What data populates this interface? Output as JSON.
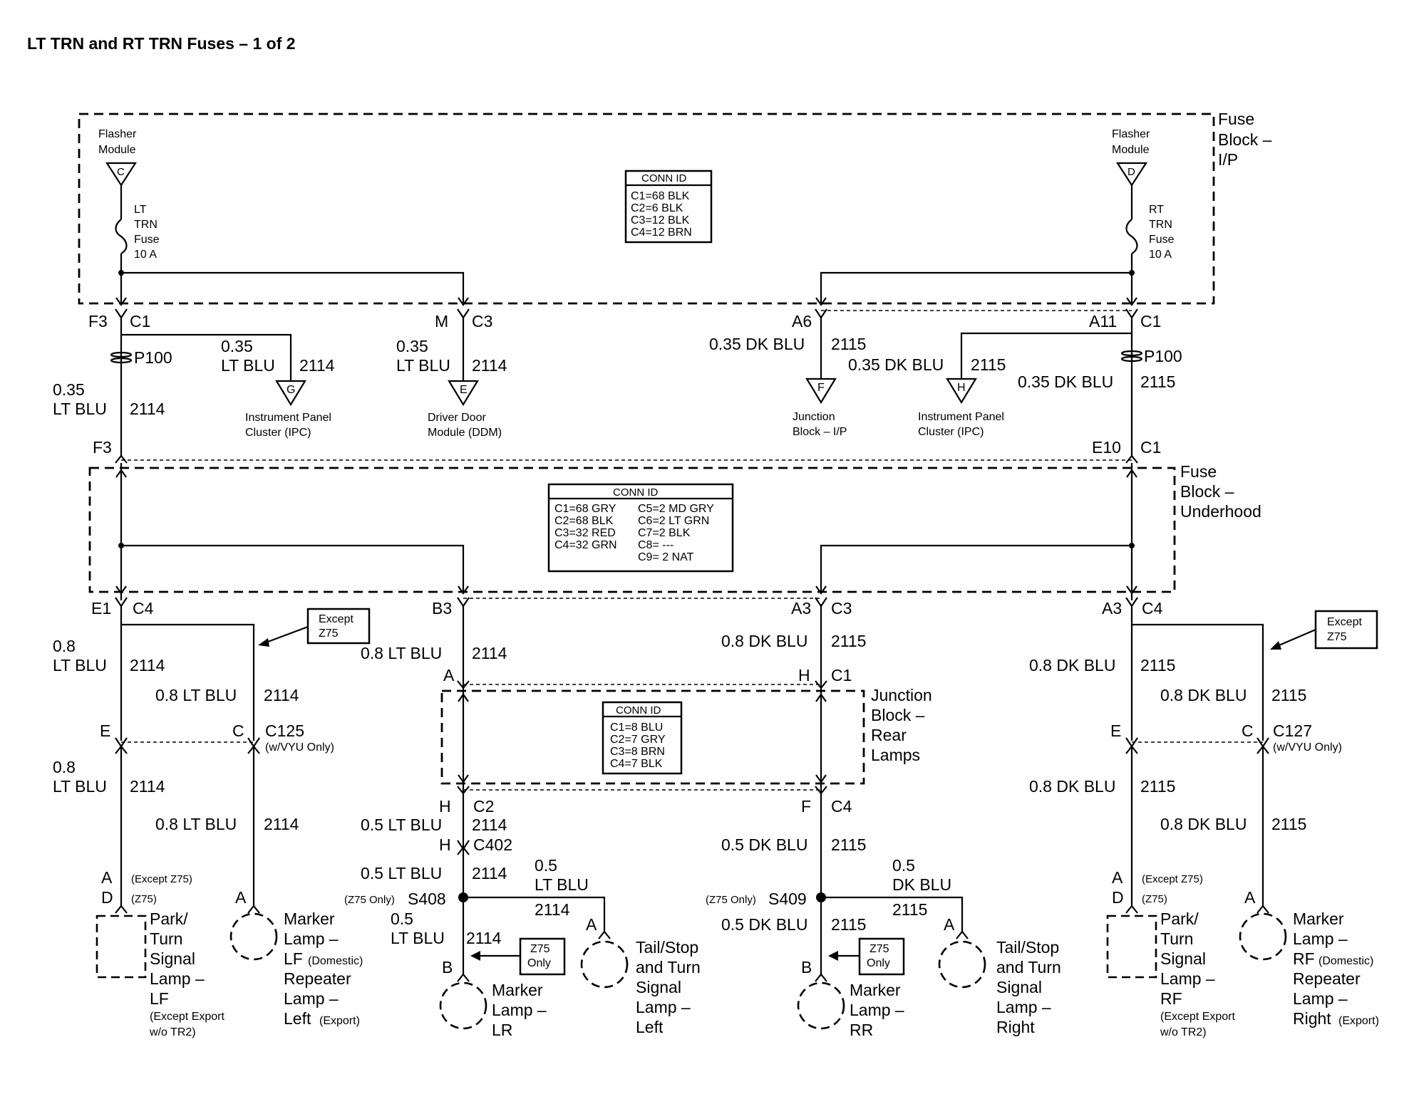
{
  "title": "LT TRN and RT TRN Fuses – 1 of 2",
  "fuse_block_ip": {
    "label": [
      "Fuse",
      "Block –",
      "I/P"
    ],
    "lt_flasher": [
      "Flasher",
      "Module"
    ],
    "lt_flasher_pin": "C",
    "rt_flasher": [
      "Flasher",
      "Module"
    ],
    "rt_flasher_pin": "D",
    "lt_fuse": [
      "LT",
      "TRN",
      "Fuse",
      "10 A"
    ],
    "rt_fuse": [
      "RT",
      "TRN",
      "Fuse",
      "10 A"
    ],
    "conn_id": {
      "heading": "CONN ID",
      "lines": [
        "C1=68 BLK",
        "C2=6 BLK",
        "C3=12 BLK",
        "C4=12 BRN"
      ]
    }
  },
  "ip_outputs": {
    "f3": "F3",
    "c1": "C1",
    "m": "M",
    "c3": "C3",
    "a6": "A6",
    "a11": "A11",
    "c1r": "C1",
    "p100_left": "P100",
    "p100_right": "P100",
    "wire_035_ltblu_left": [
      "0.35",
      "LT BLU"
    ],
    "circ_2114_left": "2114",
    "wire_035_ltblu_ipc": [
      "0.35",
      "LT BLU"
    ],
    "circ_2114_ipc": "2114",
    "wire_035_ltblu_ddm": [
      "0.35",
      "LT BLU"
    ],
    "circ_2114_ddm": "2114",
    "wire_a6": "0.35 DK BLU",
    "circ_a6": "2115",
    "wire_ipc_right": "0.35 DK BLU",
    "circ_ipc_right": "2115",
    "wire_right": "0.35 DK BLU",
    "circ_right": "2115",
    "ipc_left_pin": "G",
    "ipc_left_label": [
      "Instrument Panel",
      "Cluster (IPC)"
    ],
    "ddm_pin": "E",
    "ddm_label": [
      "Driver Door",
      "Module (DDM)"
    ],
    "jb_ip_pin": "F",
    "jb_ip_label": [
      "Junction",
      "Block – I/P"
    ],
    "ipc_right_pin": "H",
    "ipc_right_label": [
      "Instrument Panel",
      "Cluster (IPC)"
    ]
  },
  "fuse_block_underhood": {
    "label": [
      "Fuse",
      "Block –",
      "Underhood"
    ],
    "in_left": "F3",
    "in_right": "E10",
    "in_right_conn": "C1",
    "conn_id": {
      "heading": "CONN ID",
      "col1": [
        "C1=68 GRY",
        "C2=68 BLK",
        "C3=32 RED",
        "C4=32 GRN"
      ],
      "col2": [
        "C5=2 MD GRY",
        "C6=2 LT GRN",
        "C7=2 BLK",
        "C8= ---",
        "C9= 2 NAT"
      ]
    },
    "out_e1": "E1",
    "out_c4l": "C4",
    "out_b3": "B3",
    "out_a3m": "A3",
    "out_c3": "C3",
    "out_a3r": "A3",
    "out_c4r": "C4"
  },
  "left_branch": {
    "w1": [
      "0.8",
      "LT BLU"
    ],
    "c1": "2114",
    "except_box": [
      "Except",
      "Z75"
    ],
    "w2": "0.8 LT BLU",
    "c2": "2114",
    "e": "E",
    "c": "C",
    "c125": "C125",
    "c125_note": "(w/VYU Only)",
    "w3": [
      "0.8",
      "LT BLU"
    ],
    "c3": "2114",
    "w4": "0.8 LT BLU",
    "c4": "2114",
    "pin_a": "A",
    "pin_a_note": "(Except Z75)",
    "pin_d": "D",
    "pin_d_note": "(Z75)",
    "park_lamp": [
      "Park/",
      "Turn",
      "Signal",
      "Lamp –",
      "LF"
    ],
    "park_note": [
      "(Except Export",
      "w/o TR2)"
    ],
    "marker_pin": "A",
    "marker_lamp": [
      "Marker",
      "Lamp –",
      "LF",
      "Repeater",
      "Lamp –",
      "Left"
    ],
    "marker_domestic": "(Domestic)",
    "marker_export": "(Export)"
  },
  "center_left": {
    "w1": "0.8 LT BLU",
    "c1": "2114",
    "pin_a": "A",
    "pin_h": "H",
    "conn_c2": "C2",
    "w2": "0.5 LT BLU",
    "c2": "2114",
    "pin_h2": "H",
    "c402": "C402",
    "w3": "0.5 LT BLU",
    "c3": "2114",
    "splice_note": "(Z75 Only)",
    "splice": "S408",
    "w4": [
      "0.5",
      "LT BLU"
    ],
    "c4": "2114",
    "w5": [
      "0.5",
      "LT BLU"
    ],
    "c5": "2114",
    "z75_box": [
      "Z75",
      "Only"
    ],
    "pin_b": "B",
    "marker": [
      "Marker",
      "Lamp –",
      "LR"
    ],
    "tail_pin": "A",
    "tail": [
      "Tail/Stop",
      "and Turn",
      "Signal",
      "Lamp –",
      "Left"
    ]
  },
  "junction_block_rear": {
    "label": [
      "Junction",
      "Block –",
      "Rear",
      "Lamps"
    ],
    "conn_id": {
      "heading": "CONN ID",
      "lines": [
        "C1=8 BLU",
        "C2=7 GRY",
        "C3=8 BRN",
        "C4=7 BLK"
      ]
    }
  },
  "center_right": {
    "w1": "0.8 DK BLU",
    "c1": "2115",
    "pin_h": "H",
    "conn_c1": "C1",
    "pin_f": "F",
    "conn_c4": "C4",
    "w2": "0.5 DK BLU",
    "c2": "2115",
    "splice_note": "(Z75 Only)",
    "splice": "S409",
    "w3": "0.5 DK BLU",
    "c3": "2115",
    "w4": [
      "0.5",
      "DK BLU"
    ],
    "c4": "2115",
    "z75_box": [
      "Z75",
      "Only"
    ],
    "pin_b": "B",
    "marker": [
      "Marker",
      "Lamp –",
      "RR"
    ],
    "tail_pin": "A",
    "tail": [
      "Tail/Stop",
      "and Turn",
      "Signal",
      "Lamp –",
      "Right"
    ]
  },
  "right_branch": {
    "w1": "0.8 DK BLU",
    "c1": "2115",
    "except_box": [
      "Except",
      "Z75"
    ],
    "w2": "0.8 DK BLU",
    "c2": "2115",
    "e": "E",
    "c": "C",
    "c127": "C127",
    "c127_note": "(w/VYU Only)",
    "w3": "0.8 DK BLU",
    "c3": "2115",
    "w4": "0.8 DK BLU",
    "c4": "2115",
    "pin_a": "A",
    "pin_a_note": "(Except Z75)",
    "pin_d": "D",
    "pin_d_note": "(Z75)",
    "park_lamp": [
      "Park/",
      "Turn",
      "Signal",
      "Lamp –",
      "RF"
    ],
    "park_note": [
      "(Except Export",
      "w/o TR2)"
    ],
    "marker_pin": "A",
    "marker_lamp": [
      "Marker",
      "Lamp –",
      "RF",
      "Repeater",
      "Lamp –",
      "Right"
    ],
    "marker_domestic": "(Domestic)",
    "marker_export": "(Export)"
  }
}
